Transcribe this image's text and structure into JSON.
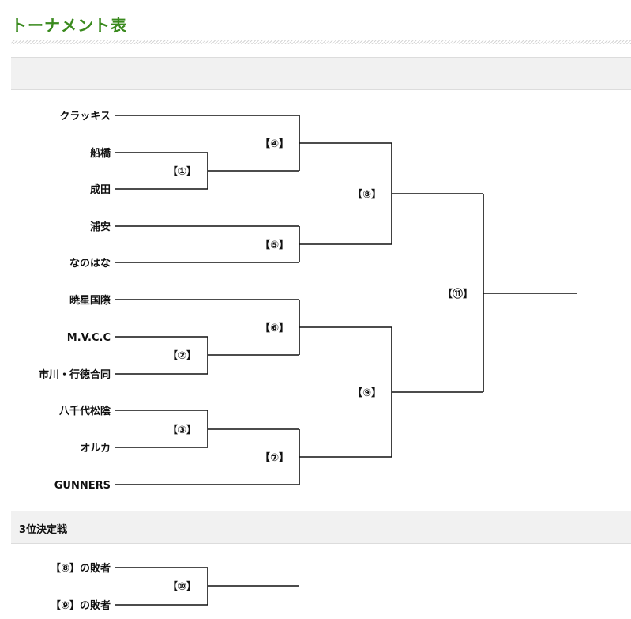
{
  "page_title": "トーナメント表",
  "section_header_main": "",
  "section_header_third": "3位決定戦",
  "teams": [
    "クラッキス",
    "船橋",
    "成田",
    "浦安",
    "なのはな",
    "暁星国際",
    "M.V.C.C",
    "市川・行徳合同",
    "八千代松陰",
    "オルカ",
    "GUNNERS"
  ],
  "match_labels": [
    "【①】",
    "【②】",
    "【③】",
    "【④】",
    "【⑤】",
    "【⑥】",
    "【⑦】",
    "【⑧】",
    "【⑨】",
    "【⑪】"
  ],
  "third_place": {
    "entrants": [
      "【⑧】の敗者",
      "【⑨】の敗者"
    ],
    "match_label": "【⑩】"
  }
}
